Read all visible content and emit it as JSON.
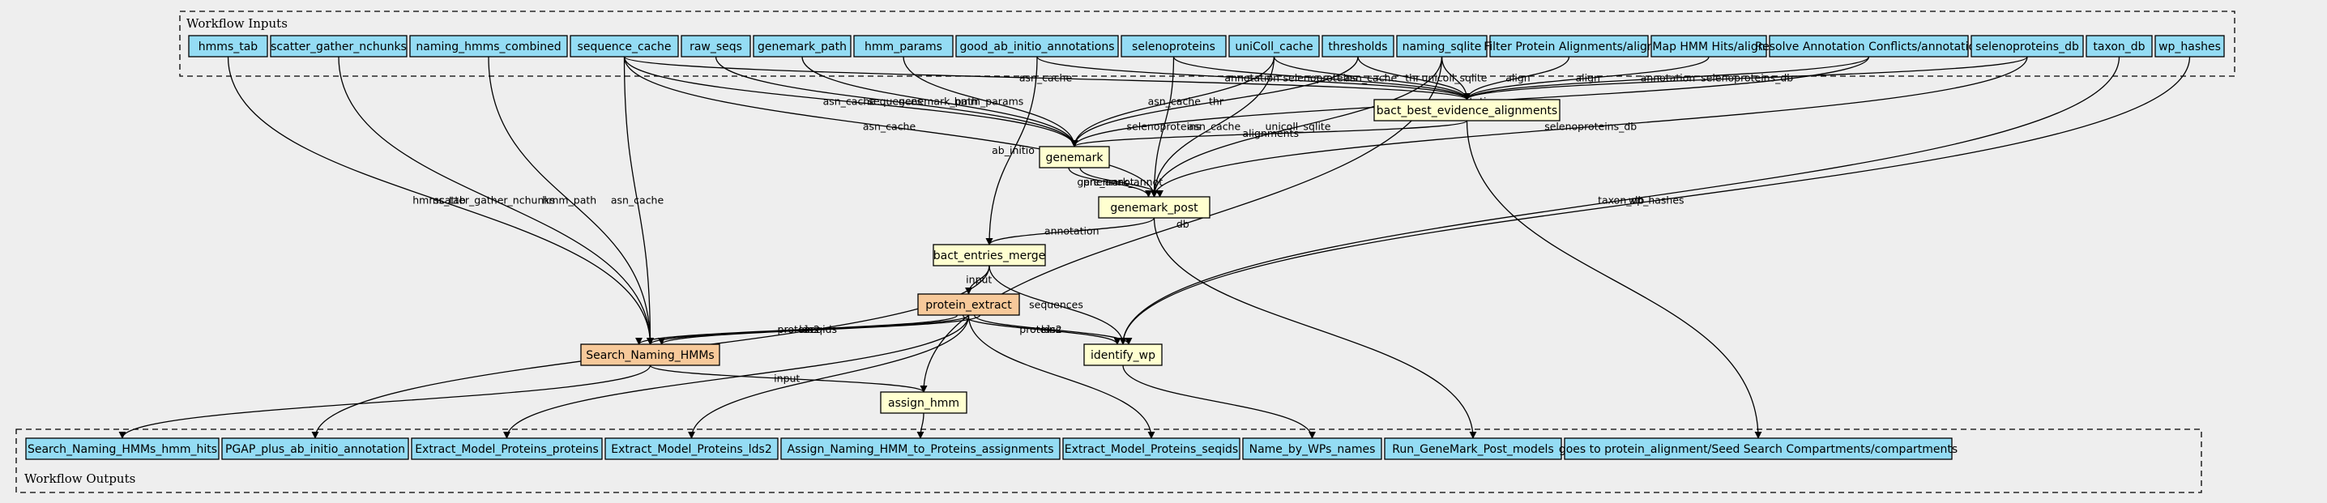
{
  "inputs_title": "Workflow Inputs",
  "outputs_title": "Workflow Outputs",
  "inputs": [
    {
      "id": "hmms_tab",
      "label": "hmms_tab"
    },
    {
      "id": "scatter_gather_nchunks",
      "label": "scatter_gather_nchunks"
    },
    {
      "id": "naming_hmms_combined",
      "label": "naming_hmms_combined"
    },
    {
      "id": "sequence_cache",
      "label": "sequence_cache"
    },
    {
      "id": "raw_seqs",
      "label": "raw_seqs"
    },
    {
      "id": "genemark_path",
      "label": "genemark_path"
    },
    {
      "id": "hmm_params",
      "label": "hmm_params"
    },
    {
      "id": "good_ab_initio_annotations",
      "label": "good_ab_initio_annotations"
    },
    {
      "id": "selenoproteins",
      "label": "selenoproteins"
    },
    {
      "id": "uniColl_cache",
      "label": "uniColl_cache"
    },
    {
      "id": "thresholds",
      "label": "thresholds"
    },
    {
      "id": "naming_sqlite",
      "label": "naming_sqlite"
    },
    {
      "id": "filter_protein_alignments",
      "label": "Filter Protein Alignments/align"
    },
    {
      "id": "map_hmm_hits",
      "label": "Map HMM Hits/align"
    },
    {
      "id": "resolve_annotation_conflicts",
      "label": "Resolve Annotation Conflicts/annotation"
    },
    {
      "id": "selenoproteins_db",
      "label": "selenoproteins_db"
    },
    {
      "id": "taxon_db",
      "label": "taxon_db"
    },
    {
      "id": "wp_hashes",
      "label": "wp_hashes"
    }
  ],
  "steps": [
    {
      "id": "bact_best_evidence_alignments",
      "label": "bact_best_evidence_alignments",
      "kind": "step"
    },
    {
      "id": "genemark",
      "label": "genemark",
      "kind": "step"
    },
    {
      "id": "genemark_post",
      "label": "genemark_post",
      "kind": "step"
    },
    {
      "id": "bact_entries_merge",
      "label": "bact_entries_merge",
      "kind": "step"
    },
    {
      "id": "protein_extract",
      "label": "protein_extract",
      "kind": "highlight"
    },
    {
      "id": "search_naming_hmms",
      "label": "Search_Naming_HMMs",
      "kind": "highlight"
    },
    {
      "id": "identify_wp",
      "label": "identify_wp",
      "kind": "step"
    },
    {
      "id": "assign_hmm",
      "label": "assign_hmm",
      "kind": "step"
    }
  ],
  "outputs": [
    {
      "id": "out_search_naming_hmms_hits",
      "label": "Search_Naming_HMMs_hmm_hits"
    },
    {
      "id": "out_pgap_ab_initio",
      "label": "PGAP_plus_ab_initio_annotation"
    },
    {
      "id": "out_extract_proteins",
      "label": "Extract_Model_Proteins_proteins"
    },
    {
      "id": "out_extract_lds2",
      "label": "Extract_Model_Proteins_lds2"
    },
    {
      "id": "out_assign_naming",
      "label": "Assign_Naming_HMM_to_Proteins_assignments"
    },
    {
      "id": "out_extract_seqids",
      "label": "Extract_Model_Proteins_seqids"
    },
    {
      "id": "out_name_by_wps",
      "label": "Name_by_WPs_names"
    },
    {
      "id": "out_run_genemark_post",
      "label": "Run_GeneMark_Post_models"
    },
    {
      "id": "out_compartments",
      "label": "goes to protein_alignment/Seed Search Compartments/compartments"
    }
  ],
  "edges": [
    {
      "from": "hmms_tab",
      "to": "search_naming_hmms",
      "label": "hmms_tab"
    },
    {
      "from": "scatter_gather_nchunks",
      "to": "search_naming_hmms",
      "label": "scatter_gather_nchunks"
    },
    {
      "from": "naming_hmms_combined",
      "to": "search_naming_hmms",
      "label": "hmm_path"
    },
    {
      "from": "sequence_cache",
      "to": "search_naming_hmms",
      "label": "asn_cache"
    },
    {
      "from": "sequence_cache",
      "to": "genemark",
      "label": "asn_cache"
    },
    {
      "from": "sequence_cache",
      "to": "genemark_post",
      "label": "asn_cache"
    },
    {
      "from": "sequence_cache",
      "to": "bact_best_evidence_alignments",
      "label": "asn_cache"
    },
    {
      "from": "raw_seqs",
      "to": "genemark",
      "label": "sequences"
    },
    {
      "from": "genemark_path",
      "to": "genemark",
      "label": "genemark_path"
    },
    {
      "from": "hmm_params",
      "to": "genemark",
      "label": "hmm_params"
    },
    {
      "from": "good_ab_initio_annotations",
      "to": "bact_entries_merge",
      "label": "ab_initio"
    },
    {
      "from": "good_ab_initio_annotations",
      "to": "bact_best_evidence_alignments",
      "label": "annotation"
    },
    {
      "from": "selenoproteins",
      "to": "bact_best_evidence_alignments",
      "label": "selenoproteins"
    },
    {
      "from": "selenoproteins",
      "to": "genemark_post",
      "label": "selenoproteins"
    },
    {
      "from": "uniColl_cache",
      "to": "genemark",
      "label": "asn_cache"
    },
    {
      "from": "uniColl_cache",
      "to": "genemark_post",
      "label": "asn_cache"
    },
    {
      "from": "uniColl_cache",
      "to": "bact_best_evidence_alignments",
      "label": "asn_cache"
    },
    {
      "from": "thresholds",
      "to": "genemark",
      "label": "thr"
    },
    {
      "from": "thresholds",
      "to": "bact_best_evidence_alignments",
      "label": "thr"
    },
    {
      "from": "naming_sqlite",
      "to": "bact_best_evidence_alignments",
      "label": "unicoll_sqlite"
    },
    {
      "from": "naming_sqlite",
      "to": "genemark_post",
      "label": "unicoll_sqlite"
    },
    {
      "from": "naming_sqlite",
      "to": "assign_hmm",
      "label": "db"
    },
    {
      "from": "filter_protein_alignments",
      "to": "bact_best_evidence_alignments",
      "label": "align"
    },
    {
      "from": "map_hmm_hits",
      "to": "bact_best_evidence_alignments",
      "label": "align"
    },
    {
      "from": "resolve_annotation_conflicts",
      "to": "bact_best_evidence_alignments",
      "label": "annotation"
    },
    {
      "from": "resolve_annotation_conflicts",
      "to": "genemark",
      "label": "annotation"
    },
    {
      "from": "selenoproteins_db",
      "to": "bact_best_evidence_alignments",
      "label": "selenoproteins_db"
    },
    {
      "from": "selenoproteins_db",
      "to": "genemark_post",
      "label": "selenoproteins_db"
    },
    {
      "from": "taxon_db",
      "to": "identify_wp",
      "label": "taxon_db"
    },
    {
      "from": "wp_hashes",
      "to": "identify_wp",
      "label": "wp_hashes"
    },
    {
      "from": "bact_best_evidence_alignments",
      "to": "genemark",
      "label": "alignments"
    },
    {
      "from": "bact_best_evidence_alignments",
      "to": "out_compartments",
      "label": ""
    },
    {
      "from": "genemark",
      "to": "genemark_post",
      "label": "pre_annot"
    },
    {
      "from": "genemark",
      "to": "genemark_post",
      "label": "genemark_annot"
    },
    {
      "from": "genemark_post",
      "to": "bact_entries_merge",
      "label": "annotation"
    },
    {
      "from": "genemark_post",
      "to": "out_run_genemark_post",
      "label": ""
    },
    {
      "from": "bact_entries_merge",
      "to": "protein_extract",
      "label": "input"
    },
    {
      "from": "bact_entries_merge",
      "to": "identify_wp",
      "label": "sequences"
    },
    {
      "from": "bact_entries_merge",
      "to": "out_pgap_ab_initio",
      "label": ""
    },
    {
      "from": "protein_extract",
      "to": "search_naming_hmms",
      "label": "proteins"
    },
    {
      "from": "protein_extract",
      "to": "search_naming_hmms",
      "label": "lds2"
    },
    {
      "from": "protein_extract",
      "to": "search_naming_hmms",
      "label": "seqids"
    },
    {
      "from": "protein_extract",
      "to": "identify_wp",
      "label": "proteins"
    },
    {
      "from": "protein_extract",
      "to": "identify_wp",
      "label": "lds2"
    },
    {
      "from": "protein_extract",
      "to": "out_extract_proteins",
      "label": ""
    },
    {
      "from": "protein_extract",
      "to": "out_extract_lds2",
      "label": ""
    },
    {
      "from": "protein_extract",
      "to": "out_extract_seqids",
      "label": ""
    },
    {
      "from": "search_naming_hmms",
      "to": "assign_hmm",
      "label": "input"
    },
    {
      "from": "search_naming_hmms",
      "to": "out_search_naming_hmms_hits",
      "label": ""
    },
    {
      "from": "assign_hmm",
      "to": "out_assign_naming",
      "label": ""
    },
    {
      "from": "identify_wp",
      "to": "out_name_by_wps",
      "label": ""
    }
  ]
}
